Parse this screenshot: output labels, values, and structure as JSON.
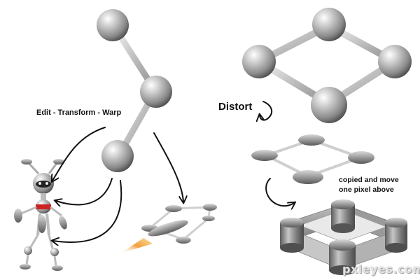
{
  "labels": {
    "warp": "Edit - Transform - Warp",
    "distort": "Distort",
    "copied_line1": "copied and move",
    "copied_line2": "one pixel above"
  },
  "watermark": "pxleyes.com",
  "colors": {
    "background": "#ffffff",
    "arrow_ink": "#111111",
    "metal": "#9a9a9a",
    "robot_accent": "#cc2222",
    "flame": "#f0a040"
  }
}
